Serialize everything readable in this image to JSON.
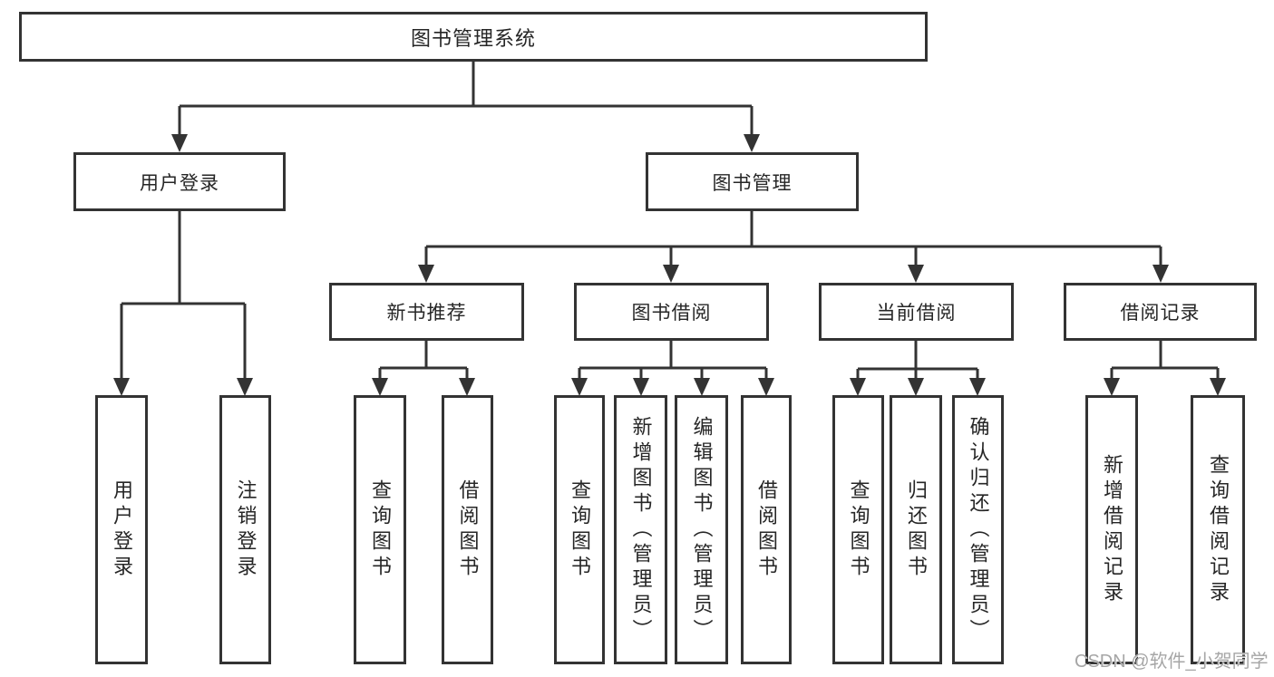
{
  "diagram": {
    "root_label": "图书管理系统",
    "branches": [
      {
        "label": "用户登录",
        "children": [
          {
            "label": "用户登录"
          },
          {
            "label": "注销登录"
          }
        ]
      },
      {
        "label": "图书管理",
        "children": [
          {
            "label": "新书推荐",
            "children": [
              {
                "label": "查询图书"
              },
              {
                "label": "借阅图书"
              }
            ]
          },
          {
            "label": "图书借阅",
            "children": [
              {
                "label": "查询图书"
              },
              {
                "label": "新增图书（管理员）"
              },
              {
                "label": "编辑图书（管理员）"
              },
              {
                "label": "借阅图书"
              }
            ]
          },
          {
            "label": "当前借阅",
            "children": [
              {
                "label": "查询图书"
              },
              {
                "label": "归还图书"
              },
              {
                "label": "确认归还（管理员）"
              }
            ]
          },
          {
            "label": "借阅记录",
            "children": [
              {
                "label": "新增借阅记录"
              },
              {
                "label": "查询借阅记录"
              }
            ]
          }
        ]
      }
    ]
  },
  "watermark": {
    "text": "CSDN @软件_小贺同学"
  },
  "colors": {
    "line": "#333333",
    "box_border": "#333333",
    "text": "#262626",
    "watermark": "#a6a6a6",
    "background": "#ffffff"
  }
}
